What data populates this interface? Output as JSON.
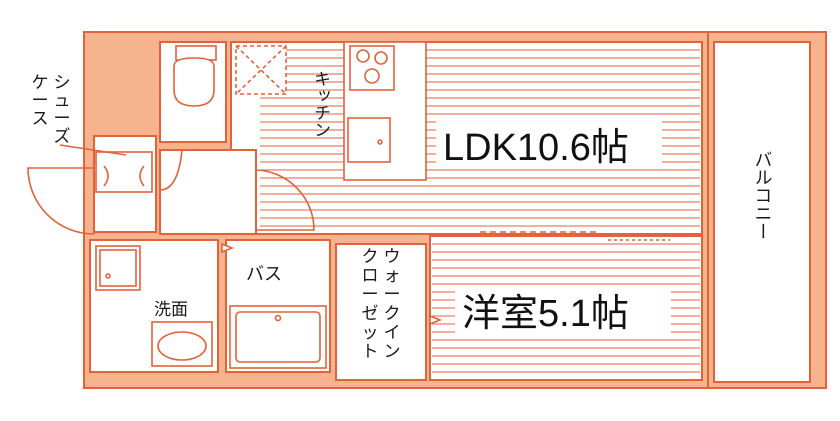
{
  "rooms": {
    "ldk": "LDK10.6帖",
    "western": "洋室5.1帖",
    "kitchen": "キッチン",
    "balcony": "バルコニー",
    "bath": "バス",
    "washroom": "洗面",
    "walkin_closet": "ウォークインクローゼット",
    "shoe_case": "シューズケース"
  },
  "colors": {
    "wall_fill": "#f6b48e",
    "line": "#e2623a",
    "text": "#111111"
  }
}
